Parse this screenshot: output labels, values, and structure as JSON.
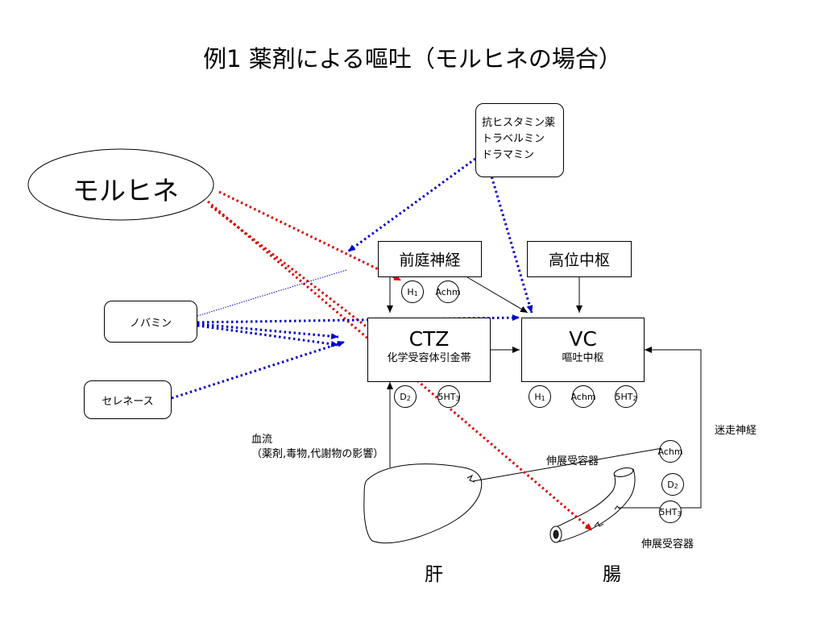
{
  "title": "例1 薬剤による嘔吐（モルヒネの場合）",
  "morphine": "モルヒネ",
  "antihistamine": [
    "抗ヒスタミン薬",
    "トラベルミン",
    "ドラマミン"
  ],
  "novamin": "ノバミン",
  "serenace": "セレネース",
  "vestibular": "前庭神経",
  "higher_center": "高位中枢",
  "ctz": {
    "title": "CTZ",
    "subtitle": "化学受容体引金帯"
  },
  "vc": {
    "title": "VC",
    "subtitle": "嘔吐中枢"
  },
  "receptors": {
    "vest_h1": {
      "base": "H",
      "sub": "1"
    },
    "vest_achm": {
      "base": "Achm",
      "sub": ""
    },
    "ctz_d2": {
      "base": "D",
      "sub": "2"
    },
    "ctz_5ht3": {
      "base": "5HT",
      "sub": "3"
    },
    "vc_h1": {
      "base": "H",
      "sub": "1"
    },
    "vc_achm": {
      "base": "Achm",
      "sub": ""
    },
    "vc_5ht2": {
      "base": "5HT",
      "sub": "2"
    },
    "gut_achm": {
      "base": "Achm",
      "sub": ""
    },
    "gut_d2": {
      "base": "D",
      "sub": "2"
    },
    "gut_5ht3": {
      "base": "5HT",
      "sub": "3"
    }
  },
  "blood_flow": [
    "血流",
    "（薬剤,毒物,代謝物の影響）"
  ],
  "vagus": "迷走神経",
  "stretch_receptor_top": "伸展受容器",
  "stretch_receptor_bottom": "伸展受容器",
  "liver": "肝",
  "intestine": "腸",
  "colors": {
    "red": "#e00000",
    "blue": "#0000cc"
  }
}
